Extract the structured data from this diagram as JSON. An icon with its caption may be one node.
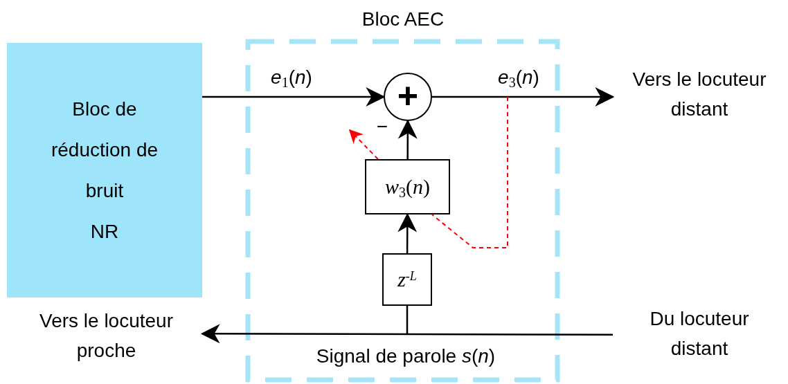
{
  "diagram": {
    "nodes": [
      {
        "text": [
          "Bloc AEC"
        ]
      },
      {
        "text": [
          "Bloc de réduction de bruit",
          "NR"
        ]
      },
      {
        "text": [
          "+"
        ],
        "in": 0
      },
      {
        "text": [
          "*w*$_{3}$(*n*)"
        ],
        "in": 0
      },
      {
        "text": [
          "*z*$^{-L}$"
        ],
        "in": 0
      },
      {
        "text": [
          "Vers le locuteur distant"
        ]
      },
      {
        "text": [
          "Vers le locuteur proche"
        ]
      },
      {
        "text": [
          "Du locuteur distant"
        ]
      }
    ],
    "edges": [
      {
        "from": 1,
        "to": 2,
        "arrow": "to",
        "label": "*e*$_{1}$(*n*)"
      },
      {
        "from": 2,
        "to": 5,
        "arrow": "to",
        "label": "*e*$_{3}$(*n*)"
      },
      {
        "from": 3,
        "to": 2,
        "arrow": "to",
        "label": "−"
      },
      {
        "from": 4,
        "to": 3,
        "arrow": "to"
      },
      {
        "from": 7,
        "to": 6,
        "arrow": "to",
        "label": "Signal de parole *s*(*n*)"
      },
      {
        "from": null,
        "to": 4,
        "arrow": "none"
      },
      {
        "from": null,
        "to": 3,
        "arrow": "none",
        "style": "dashed",
        "color": "#ff0000"
      },
      {
        "from": 3,
        "to": null,
        "arrow": "to",
        "style": "dashed",
        "color": "#ff0000"
      }
    ]
  }
}
